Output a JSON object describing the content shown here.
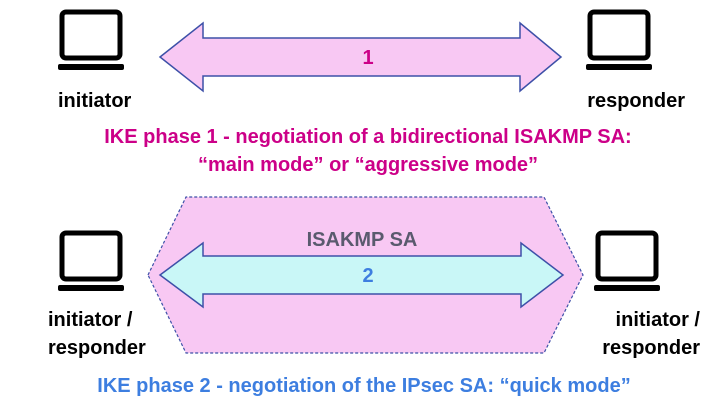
{
  "phase1": {
    "arrow_number": "1",
    "left_label": "initiator",
    "right_label": "responder",
    "caption_line1": "IKE phase 1 - negotiation  of a  bidirectional ISAKMP SA:",
    "caption_line2": "“main mode” or “aggressive mode”"
  },
  "phase2": {
    "tunnel_label": "ISAKMP SA",
    "arrow_number": "2",
    "left_label_line1": "initiator /",
    "left_label_line2": "responder",
    "right_label_line1": "initiator /",
    "right_label_line2": "responder",
    "caption": "IKE phase 2 - negotiation of the IPsec SA: “quick mode”"
  },
  "colors": {
    "phase1_accent": "#cc0088",
    "phase2_accent": "#3d7ee0",
    "pink_fill": "#f8c8f3",
    "cyan_fill": "#c9f7f7",
    "tunnel_text": "#5a5a6e",
    "outline": "#3d50a8"
  },
  "icons": [
    "laptop-icon"
  ]
}
